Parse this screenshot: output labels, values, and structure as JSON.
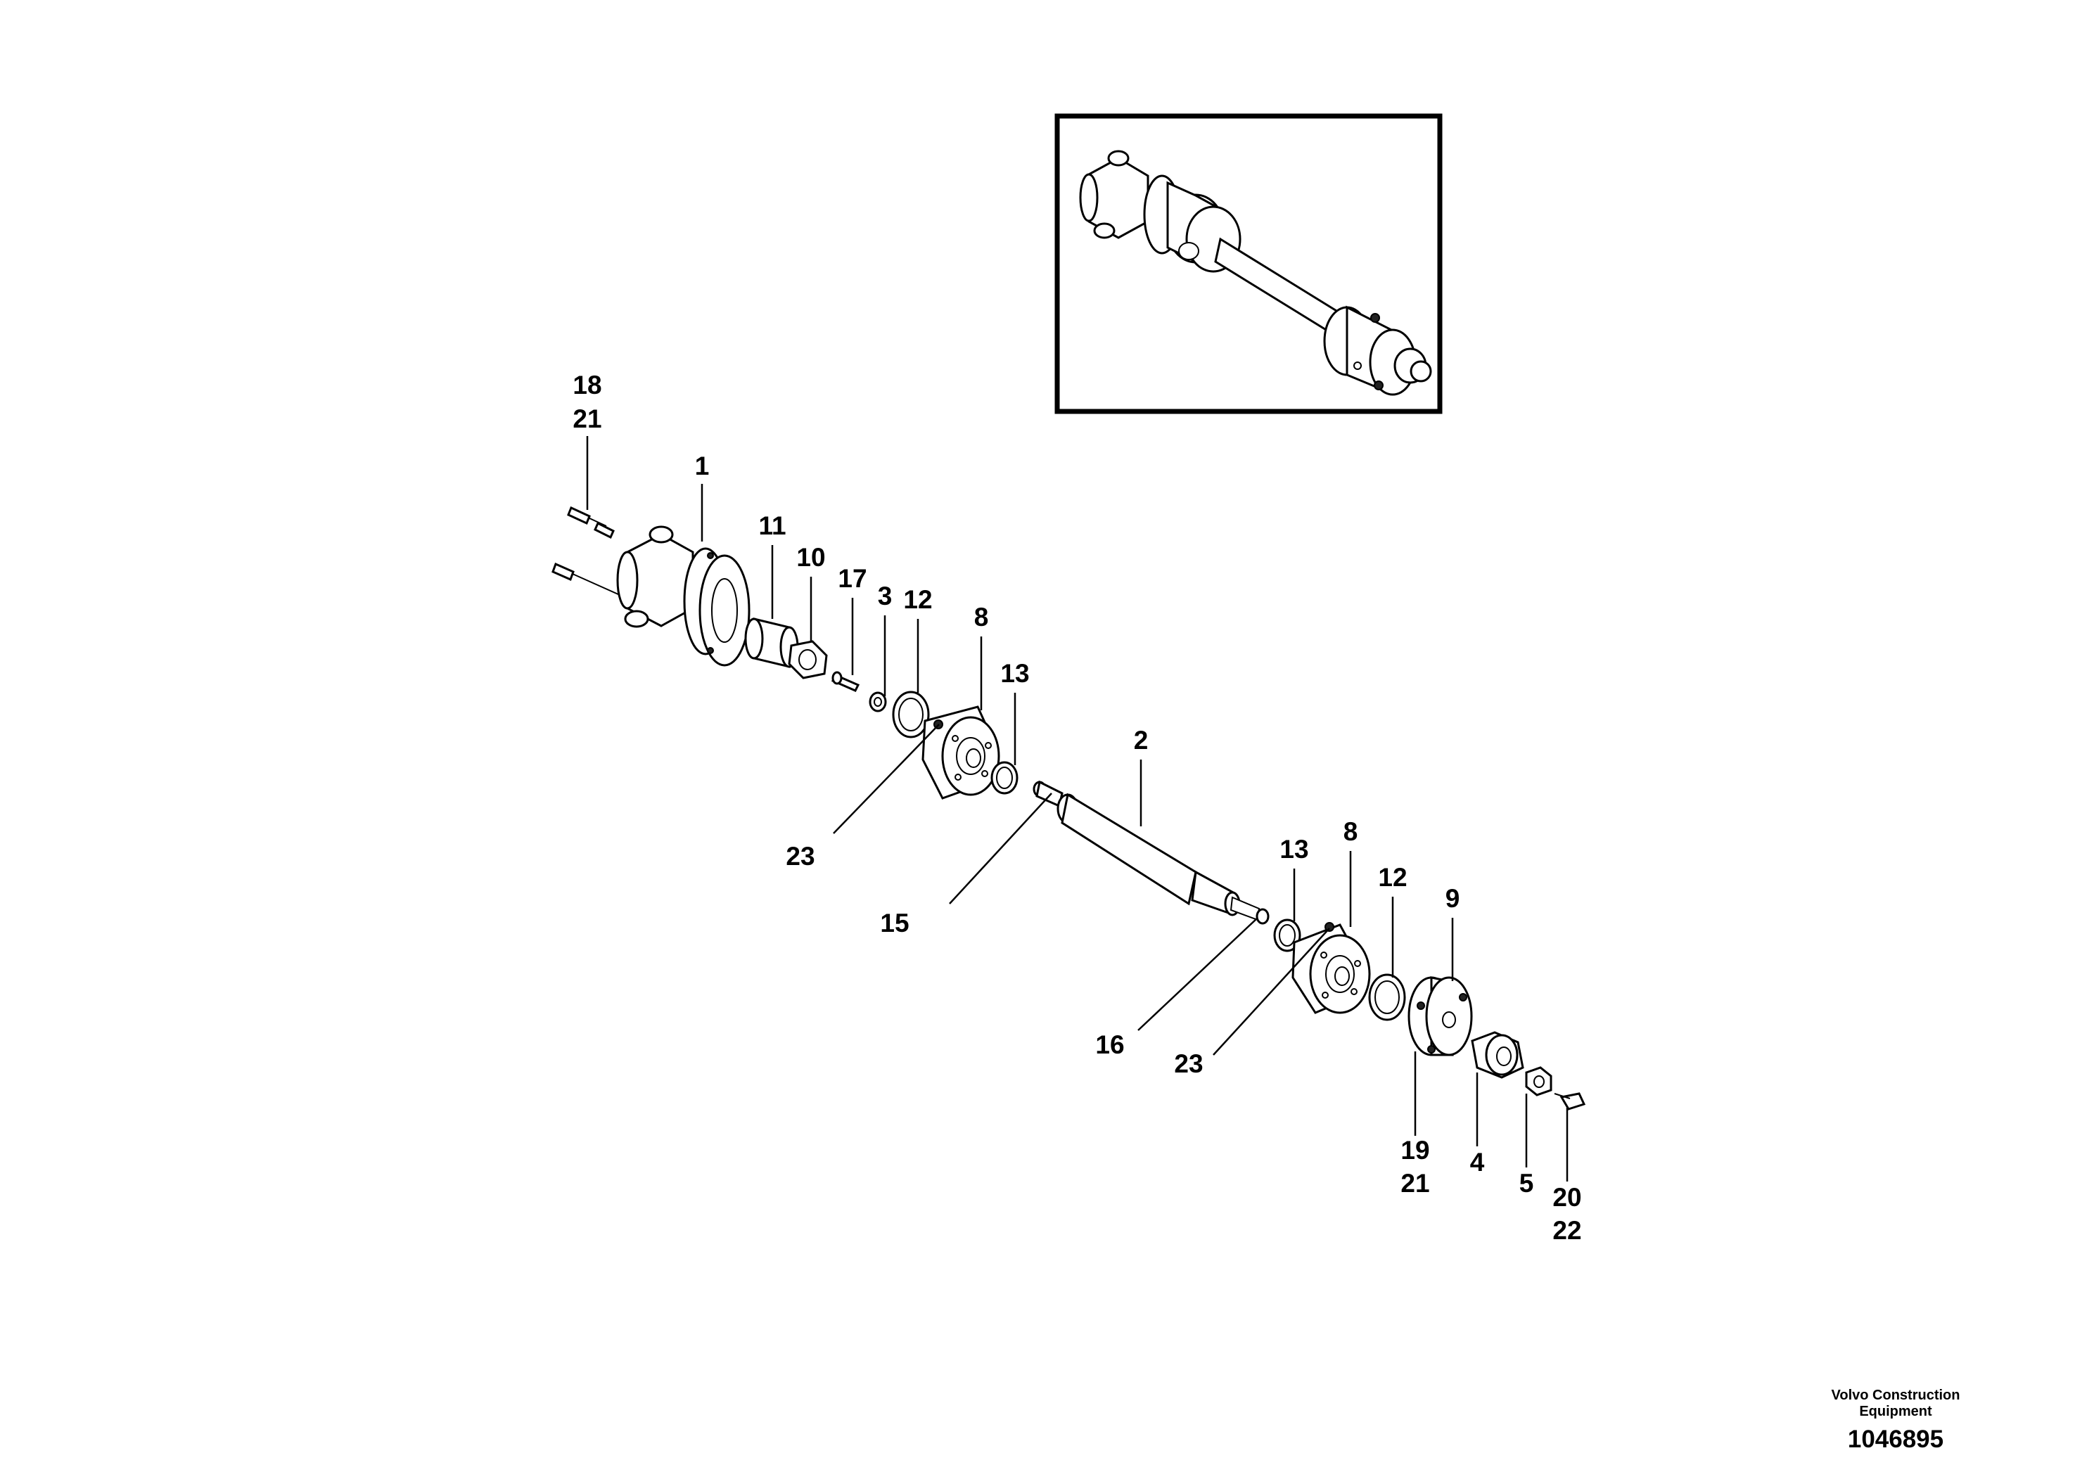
{
  "callouts": {
    "c18_21": [
      "18",
      "21"
    ],
    "c1": "1",
    "c11": "11",
    "c10": "10",
    "c17": "17",
    "c3": "3",
    "c12a": "12",
    "c8a": "8",
    "c13a": "13",
    "c2": "2",
    "c23a": "23",
    "c15": "15",
    "c13b": "13",
    "c8b": "8",
    "c12b": "12",
    "c9": "9",
    "c16": "16",
    "c23b": "23",
    "c19_21": [
      "19",
      "21"
    ],
    "c4": "4",
    "c5": "5",
    "c20_22": [
      "20",
      "22"
    ]
  },
  "footer": {
    "brand_line1": "Volvo Construction",
    "brand_line2": "Equipment",
    "drawing_number": "1046895"
  }
}
